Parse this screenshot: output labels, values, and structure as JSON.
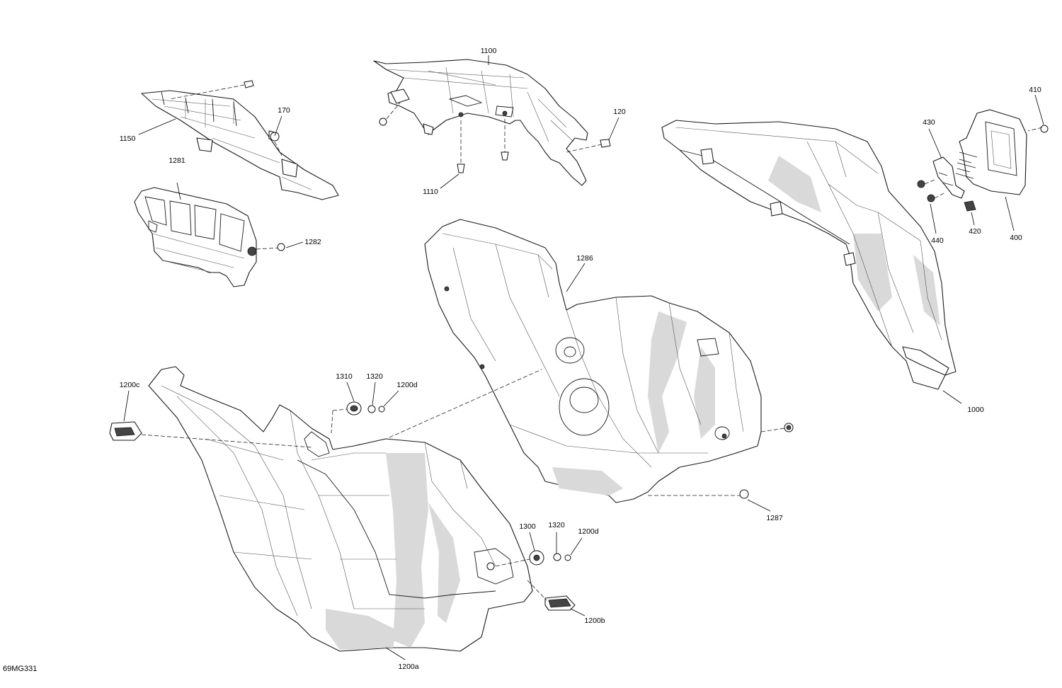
{
  "figure_code": "69MG331",
  "callouts": {
    "p1100": "1100",
    "p1150": "1150",
    "p170": "170",
    "p120": "120",
    "p1110": "1110",
    "p1281": "1281",
    "p1282": "1282",
    "p410": "410",
    "p430": "430",
    "p440": "440",
    "p420": "420",
    "p400": "400",
    "p1286": "1286",
    "p1000": "1000",
    "p1200c": "1200c",
    "p1310": "1310",
    "p1320a": "1320",
    "p1200d_a": "1200d",
    "p1300": "1300",
    "p1320b": "1320",
    "p1200d_b": "1200d",
    "p1287": "1287",
    "p1200b": "1200b",
    "p1200a": "1200a"
  }
}
